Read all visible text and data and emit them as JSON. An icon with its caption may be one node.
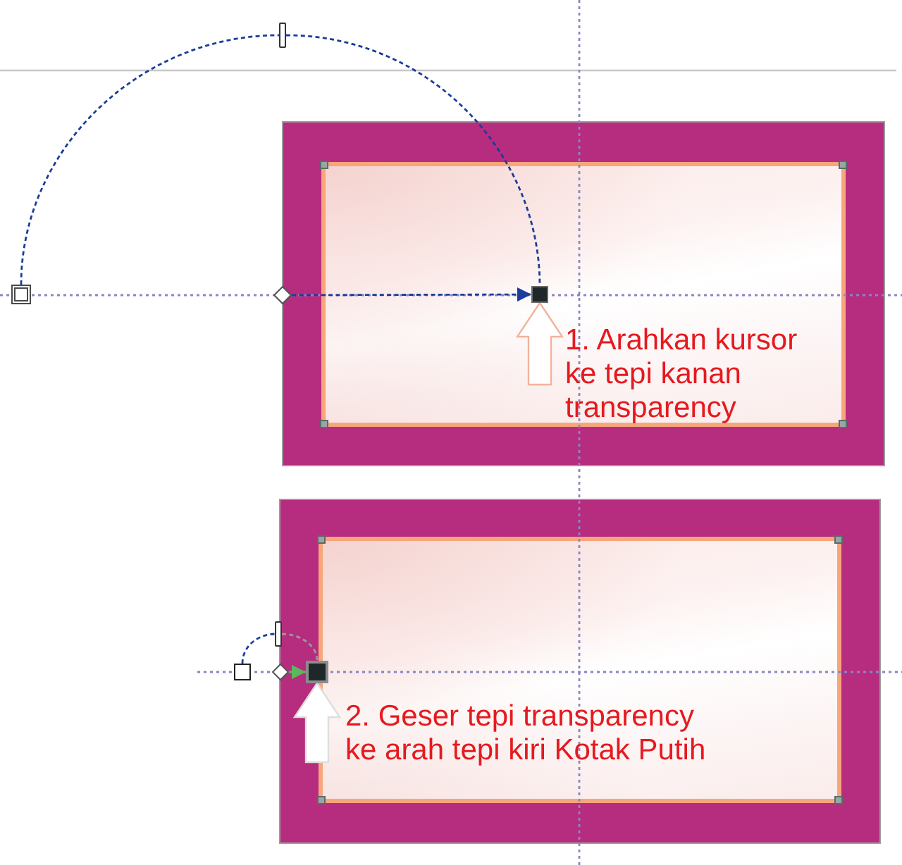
{
  "diagram": {
    "nodes": [
      {
        "text": [],
        "shape": "box"
      },
      {
        "text": [
          "1. Arahkan kursor ke tepi kanan transparency"
        ],
        "in": 0
      },
      {
        "text": [],
        "shape": "box"
      },
      {
        "text": [],
        "shape": "bar"
      },
      {
        "text": [],
        "shape": "diamond"
      },
      {
        "text": [],
        "shape": "box",
        "in": 1
      },
      {
        "text": [],
        "shape": "box"
      },
      {
        "text": [
          "2. Geser tepi transparency ke arah tepi kiri Kotak Putih"
        ],
        "in": 6
      },
      {
        "text": [],
        "shape": "box"
      },
      {
        "text": [],
        "shape": "bar"
      },
      {
        "text": [],
        "shape": "diamond"
      },
      {
        "text": [],
        "shape": "box",
        "in": 6
      }
    ],
    "edges": [
      {
        "from": 2,
        "to": 3,
        "arrow": "none",
        "style": "dashed"
      },
      {
        "from": 3,
        "to": 5,
        "arrow": "none",
        "style": "dashed"
      },
      {
        "from": 4,
        "to": 5,
        "arrow": "to",
        "style": "dashed"
      },
      {
        "from": null,
        "to": 5,
        "arrow": "to",
        "style": "thick",
        "color": "#f2b39a"
      },
      {
        "from": 8,
        "to": 9,
        "arrow": "none",
        "style": "dashed"
      },
      {
        "from": 9,
        "to": 11,
        "arrow": "none",
        "style": "dashed",
        "color": "#9a9a9a"
      },
      {
        "from": 10,
        "to": 11,
        "arrow": "to",
        "style": "dashed",
        "color": "#5cb85c"
      },
      {
        "from": null,
        "to": 11,
        "arrow": "to",
        "style": "thick",
        "color": "#dedede"
      }
    ]
  }
}
